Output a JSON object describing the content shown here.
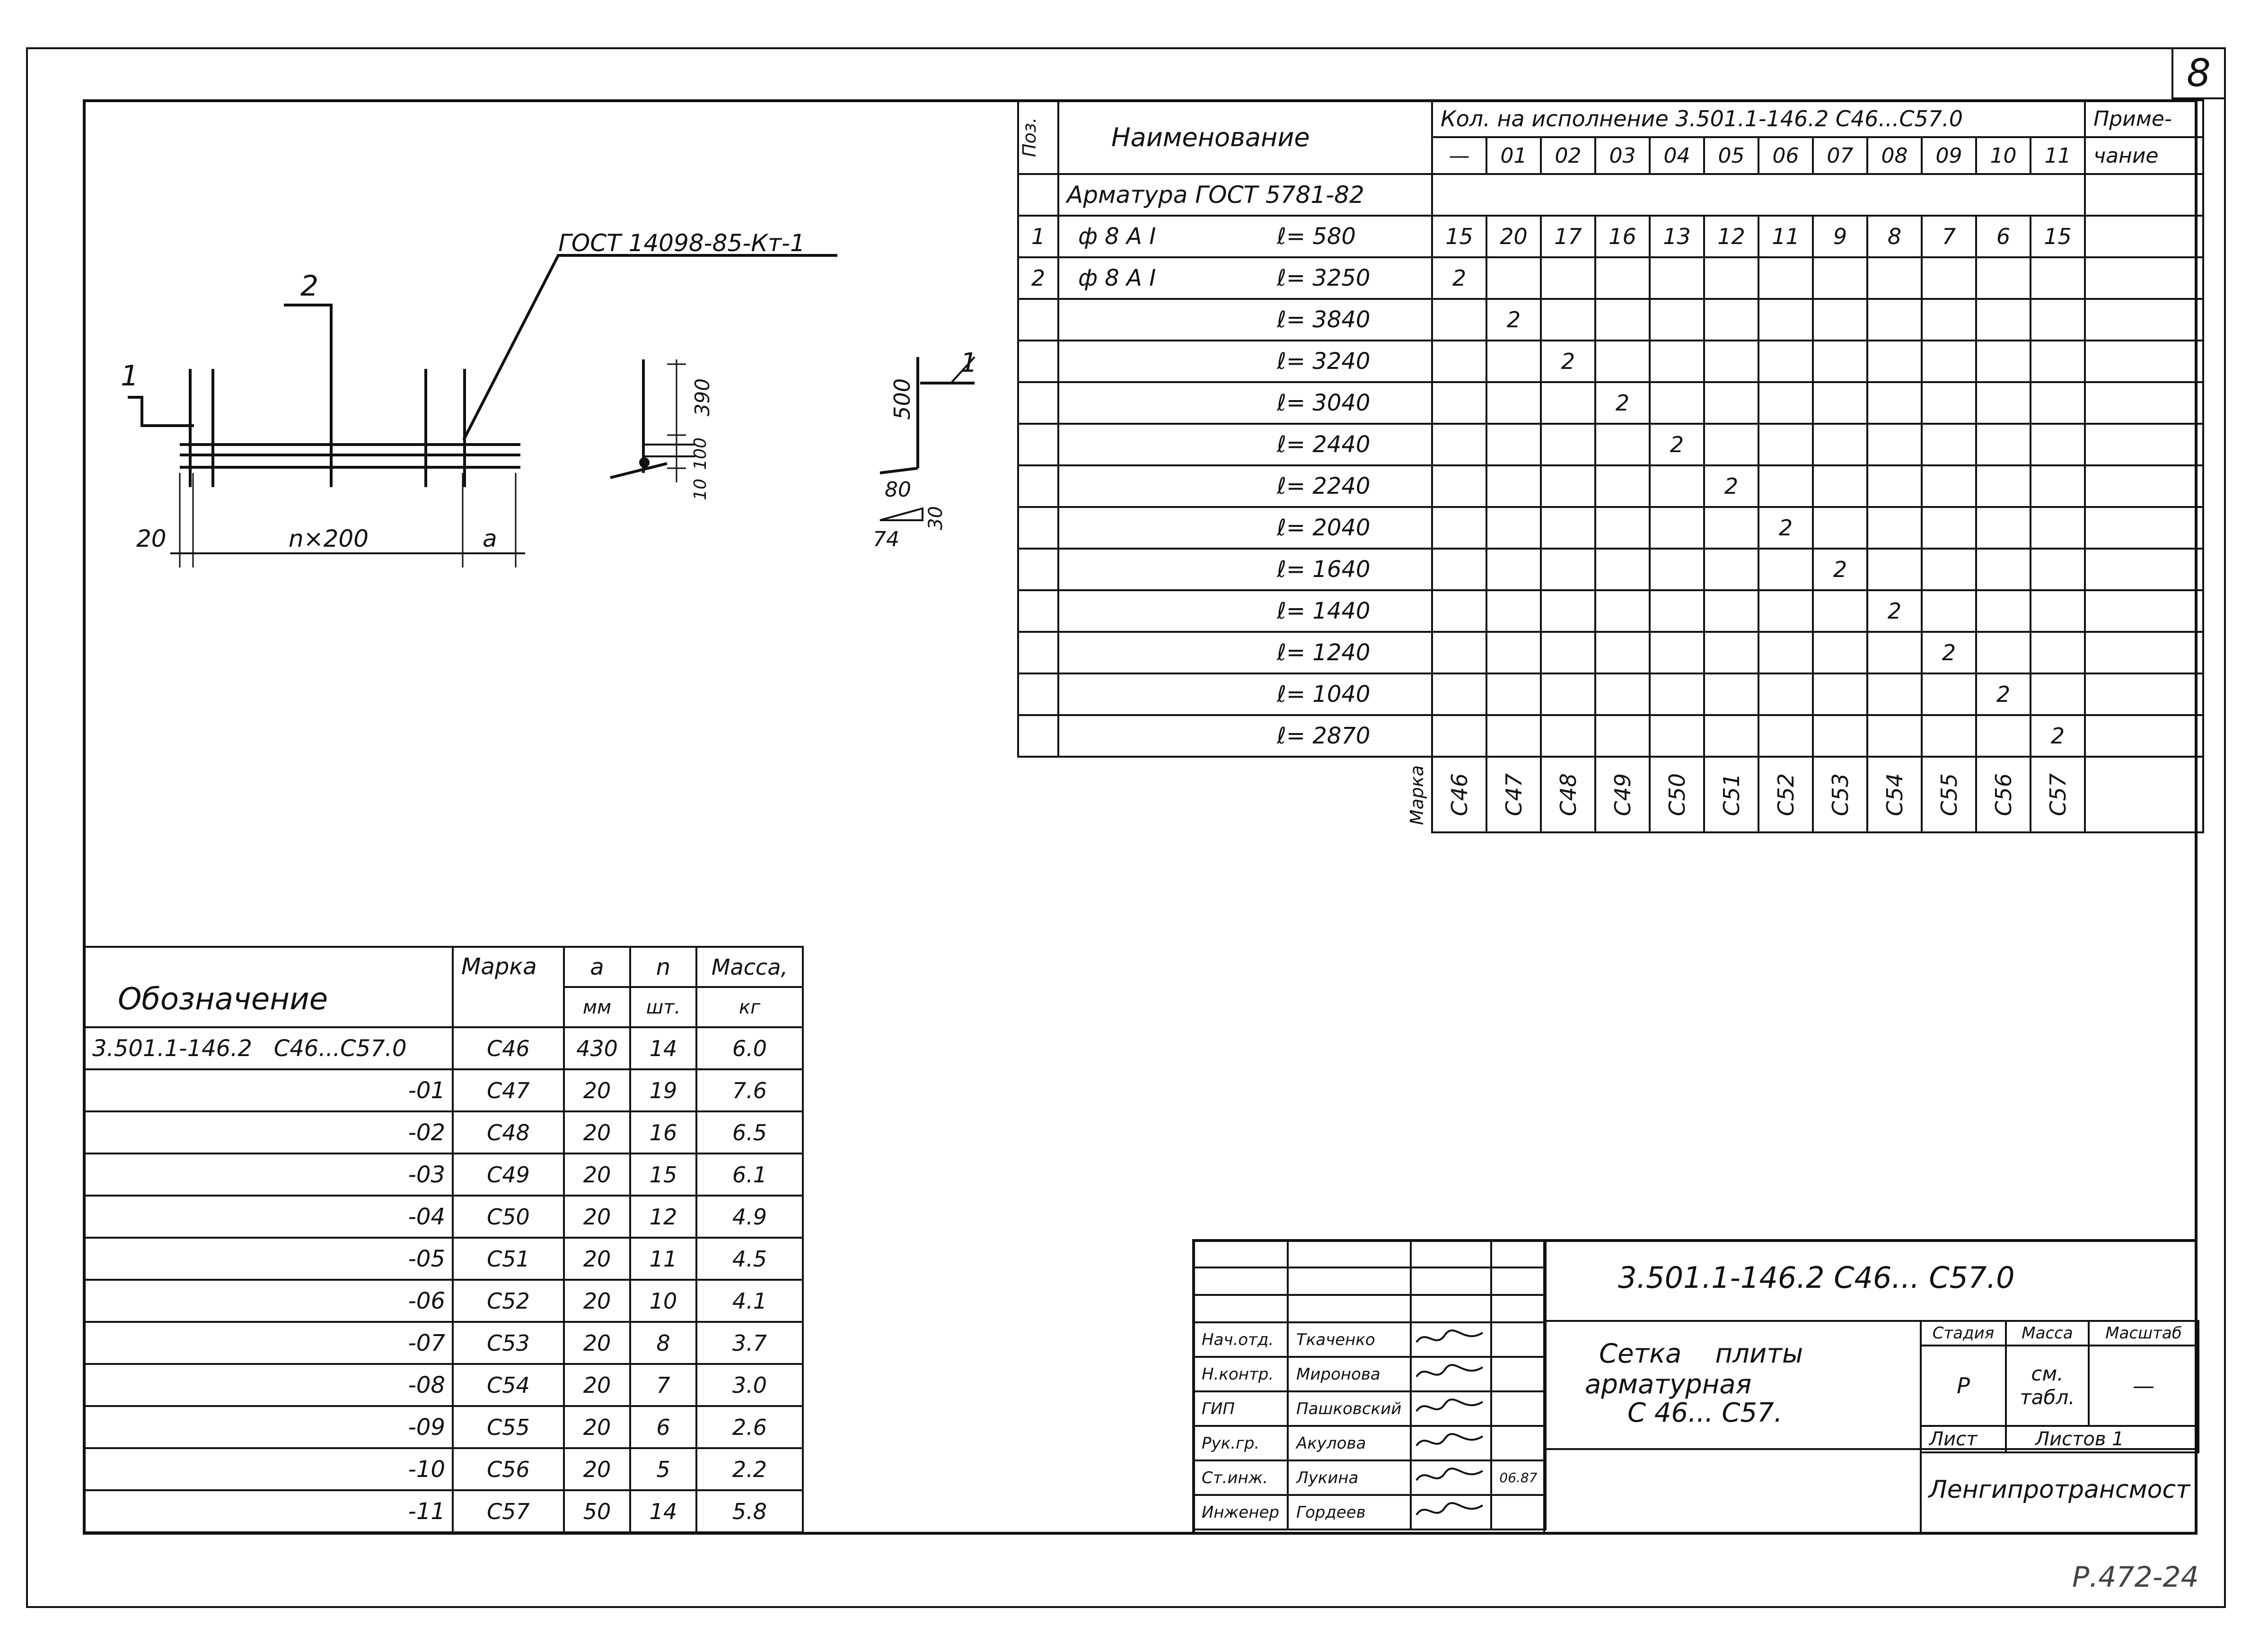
{
  "sheet_number": "8",
  "footer_code": "Р.472-24",
  "drawing": {
    "weld_note": "ГОСТ 14098-85-Кт-1",
    "pos_1": "1",
    "pos_2": "2",
    "dim_20": "20",
    "dim_n200": "n×200",
    "dim_a": "a",
    "dim_390": "390",
    "dim_100": "100",
    "dim_10": "10",
    "dim_500": "500",
    "dim_80": "80",
    "dim_74": "74",
    "dim_30": "30",
    "detail_pos": "1"
  },
  "spec": {
    "header_pos": "Поз.",
    "header_name": "Наименование",
    "header_qty": "Кол. на исполнение  3.501.1-146.2     С46...С57.0",
    "header_note_1": "Приме-",
    "header_note_2": "чание",
    "variants": [
      "—",
      "01",
      "02",
      "03",
      "04",
      "05",
      "06",
      "07",
      "08",
      "09",
      "10",
      "11"
    ],
    "section": "Арматура ГОСТ 5781-82",
    "rows": [
      {
        "pos": "1",
        "name": "ф 8 А I",
        "len": "ℓ= 580",
        "q": [
          "15",
          "20",
          "17",
          "16",
          "13",
          "12",
          "11",
          "9",
          "8",
          "7",
          "6",
          "15"
        ]
      },
      {
        "pos": "2",
        "name": "ф 8 А I",
        "len": "ℓ= 3250",
        "q": [
          "2",
          "",
          "",
          "",
          "",
          "",
          "",
          "",
          "",
          "",
          "",
          ""
        ]
      },
      {
        "pos": "",
        "name": "",
        "len": "ℓ= 3840",
        "q": [
          "",
          "2",
          "",
          "",
          "",
          "",
          "",
          "",
          "",
          "",
          "",
          ""
        ]
      },
      {
        "pos": "",
        "name": "",
        "len": "ℓ= 3240",
        "q": [
          "",
          "",
          "2",
          "",
          "",
          "",
          "",
          "",
          "",
          "",
          "",
          ""
        ]
      },
      {
        "pos": "",
        "name": "",
        "len": "ℓ= 3040",
        "q": [
          "",
          "",
          "",
          "2",
          "",
          "",
          "",
          "",
          "",
          "",
          "",
          ""
        ]
      },
      {
        "pos": "",
        "name": "",
        "len": "ℓ= 2440",
        "q": [
          "",
          "",
          "",
          "",
          "2",
          "",
          "",
          "",
          "",
          "",
          "",
          ""
        ]
      },
      {
        "pos": "",
        "name": "",
        "len": "ℓ= 2240",
        "q": [
          "",
          "",
          "",
          "",
          "",
          "2",
          "",
          "",
          "",
          "",
          "",
          ""
        ]
      },
      {
        "pos": "",
        "name": "",
        "len": "ℓ= 2040",
        "q": [
          "",
          "",
          "",
          "",
          "",
          "",
          "2",
          "",
          "",
          "",
          "",
          ""
        ]
      },
      {
        "pos": "",
        "name": "",
        "len": "ℓ= 1640",
        "q": [
          "",
          "",
          "",
          "",
          "",
          "",
          "",
          "2",
          "",
          "",
          "",
          ""
        ]
      },
      {
        "pos": "",
        "name": "",
        "len": "ℓ= 1440",
        "q": [
          "",
          "",
          "",
          "",
          "",
          "",
          "",
          "",
          "2",
          "",
          "",
          ""
        ]
      },
      {
        "pos": "",
        "name": "",
        "len": "ℓ= 1240",
        "q": [
          "",
          "",
          "",
          "",
          "",
          "",
          "",
          "",
          "",
          "2",
          "",
          ""
        ]
      },
      {
        "pos": "",
        "name": "",
        "len": "ℓ= 1040",
        "q": [
          "",
          "",
          "",
          "",
          "",
          "",
          "",
          "",
          "",
          "",
          "2",
          ""
        ]
      },
      {
        "pos": "",
        "name": "",
        "len": "ℓ= 2870",
        "q": [
          "",
          "",
          "",
          "",
          "",
          "",
          "",
          "",
          "",
          "",
          "",
          "2"
        ]
      }
    ],
    "marka_label": "Марка",
    "marks": [
      "С46",
      "С47",
      "С48",
      "С49",
      "С50",
      "С51",
      "С52",
      "С53",
      "С54",
      "С55",
      "С56",
      "С57"
    ]
  },
  "designations": {
    "header_name": "Обозначение",
    "header_mark": "Марка",
    "header_a": "а",
    "header_a_unit": "мм",
    "header_n": "n",
    "header_n_unit": "шт.",
    "header_mass": "Масса,",
    "header_mass_unit": "кг",
    "rows": [
      {
        "name": "3.501.1-146.2   С46...С57.0",
        "mark": "С46",
        "a": "430",
        "n": "14",
        "mass": "6.0"
      },
      {
        "name": "-01",
        "mark": "С47",
        "a": "20",
        "n": "19",
        "mass": "7.6"
      },
      {
        "name": "-02",
        "mark": "С48",
        "a": "20",
        "n": "16",
        "mass": "6.5"
      },
      {
        "name": "-03",
        "mark": "С49",
        "a": "20",
        "n": "15",
        "mass": "6.1"
      },
      {
        "name": "-04",
        "mark": "С50",
        "a": "20",
        "n": "12",
        "mass": "4.9"
      },
      {
        "name": "-05",
        "mark": "С51",
        "a": "20",
        "n": "11",
        "mass": "4.5"
      },
      {
        "name": "-06",
        "mark": "С52",
        "a": "20",
        "n": "10",
        "mass": "4.1"
      },
      {
        "name": "-07",
        "mark": "С53",
        "a": "20",
        "n": "8",
        "mass": "3.7"
      },
      {
        "name": "-08",
        "mark": "С54",
        "a": "20",
        "n": "7",
        "mass": "3.0"
      },
      {
        "name": "-09",
        "mark": "С55",
        "a": "20",
        "n": "6",
        "mass": "2.6"
      },
      {
        "name": "-10",
        "mark": "С56",
        "a": "20",
        "n": "5",
        "mass": "2.2"
      },
      {
        "name": "-11",
        "mark": "С57",
        "a": "50",
        "n": "14",
        "mass": "5.8"
      }
    ]
  },
  "title_block": {
    "doc_code": "3.501.1-146.2     С46... С57.0",
    "title_1": "Сетка    плиты",
    "title_2": "арматурная",
    "title_3": "С 46... С57.",
    "stage_label": "Стадия",
    "mass_label": "Масса",
    "scale_label": "Масштаб",
    "stage_value": "Р",
    "mass_value": "см. табл.",
    "scale_value": "—",
    "sheet_label": "Лист",
    "sheets_label": "Листов 1",
    "organization": "Ленгипротрансмост",
    "date": "06.87",
    "roles": [
      {
        "role": "Нач.отд.",
        "name": "Ткаченко"
      },
      {
        "role": "Н.контр.",
        "name": "Миронова"
      },
      {
        "role": "ГИП",
        "name": "Пашковский"
      },
      {
        "role": "Рук.гр.",
        "name": "Акулова"
      },
      {
        "role": "Ст.инж.",
        "name": "Лукина"
      },
      {
        "role": "Инженер",
        "name": "Гордеев"
      }
    ]
  }
}
